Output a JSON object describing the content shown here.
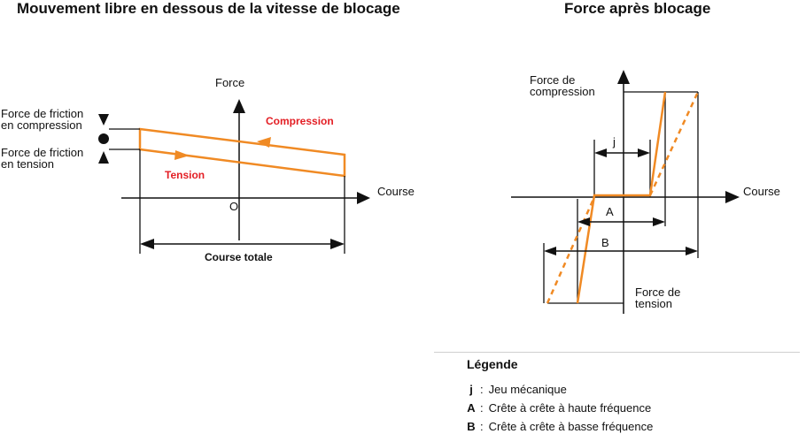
{
  "left_panel": {
    "title": "Mouvement libre en dessous de la vitesse de blocage",
    "y_axis_label": "Force",
    "x_axis_label": "Course",
    "origin_label": "O",
    "friction_compression_line1": "Force de friction",
    "friction_compression_line2": "en compression",
    "friction_tension_line1": "Force de friction",
    "friction_tension_line2": "en tension",
    "compression_label": "Compression",
    "tension_label": "Tension",
    "total_stroke_label": "Course totale"
  },
  "right_panel": {
    "title": "Force après blocage",
    "x_axis_label": "Course",
    "compression_line1": "Force de",
    "compression_line2": "compression",
    "tension_line1": "Force de",
    "tension_line2": "tension",
    "j_label": "j",
    "a_label": "A",
    "b_label": "B"
  },
  "legend": {
    "title": "Légende",
    "items": [
      {
        "key": "j",
        "text": "Jeu mécanique"
      },
      {
        "key": "A",
        "text": "Crête à crête à haute fréquence"
      },
      {
        "key": "B",
        "text": "Crête à crête à basse fréquence"
      }
    ]
  },
  "colors": {
    "curve": "#f08a24",
    "highlight_text": "#e31e24",
    "lines": "#111111"
  }
}
